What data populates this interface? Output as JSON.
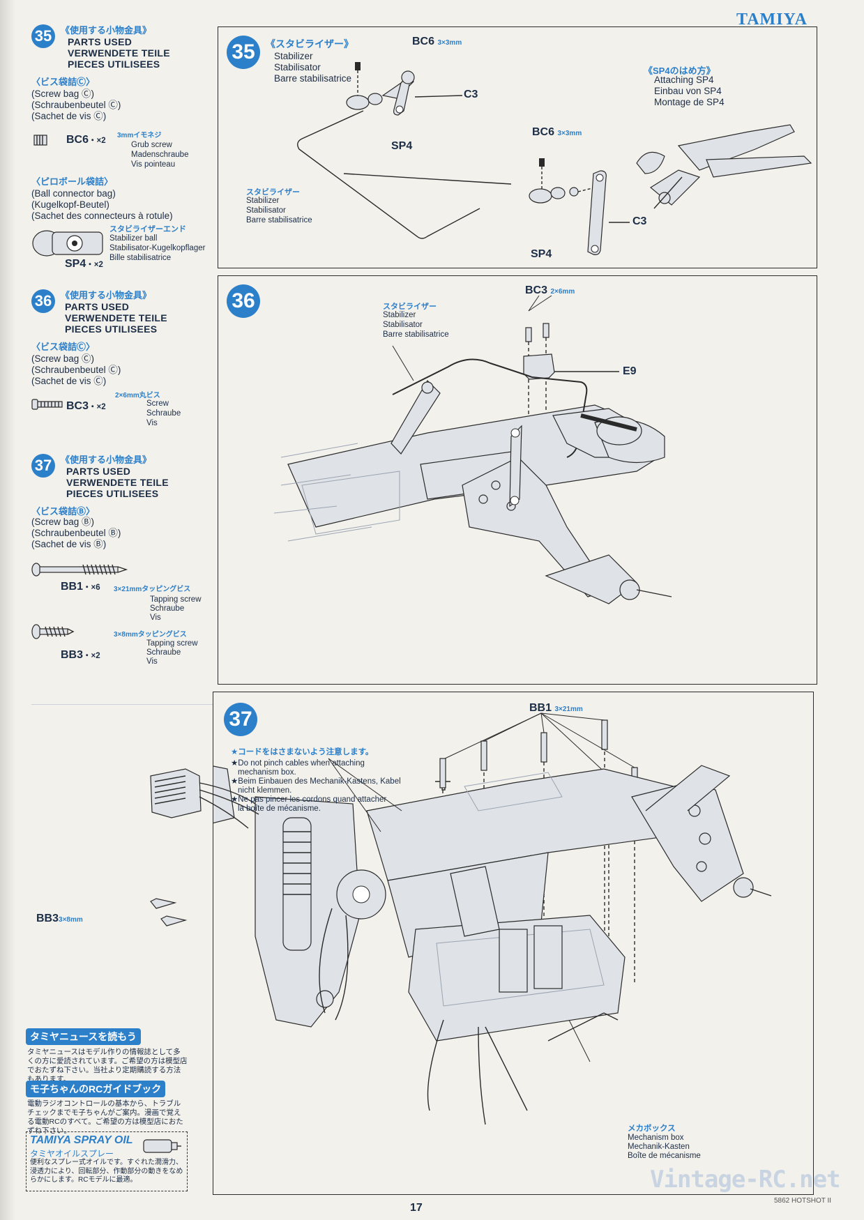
{
  "header": {
    "brand": "TAMIYA"
  },
  "sidebar": {
    "step35": {
      "num": "35",
      "jp": "《使用する小物金具》",
      "en": "PARTS USED",
      "de": "VERWENDETE TEILE",
      "fr": "PIECES UTILISEES",
      "bag_jp": "〈ビス袋詰Ⓒ〉",
      "bag_en": "(Screw bag Ⓒ)",
      "bag_de": "(Schraubenbeutel Ⓒ)",
      "bag_fr": "(Sachet de vis Ⓒ)",
      "part1_code": "BC6",
      "part1_qty": "・×2",
      "part1_jp": "3mmイモネジ",
      "part1_en": "Grub screw",
      "part1_de": "Madenschraube",
      "part1_fr": "Vis pointeau",
      "bag2_jp": "〈ピロボール袋詰〉",
      "bag2_en": "(Ball connector bag)",
      "bag2_de": "(Kugelkopf-Beutel)",
      "bag2_fr": "(Sachet des connecteurs à rotule)",
      "part2_jp": "スタビライザーエンド",
      "part2_en": "Stabilizer ball",
      "part2_de": "Stabilisator-Kugelkopflager",
      "part2_fr": "Bille stabilisatrice",
      "part2_code": "SP4",
      "part2_qty": "・×2"
    },
    "step36": {
      "num": "36",
      "jp": "《使用する小物金具》",
      "en": "PARTS USED",
      "de": "VERWENDETE TEILE",
      "fr": "PIECES UTILISEES",
      "bag_jp": "〈ビス袋詰Ⓒ〉",
      "bag_en": "(Screw bag Ⓒ)",
      "bag_de": "(Schraubenbeutel Ⓒ)",
      "bag_fr": "(Sachet de vis Ⓒ)",
      "part1_jp": "2×6mm丸ビス",
      "part1_code": "BC3",
      "part1_qty": "・×2",
      "part1_en": "Screw",
      "part1_de": "Schraube",
      "part1_fr": "Vis"
    },
    "step37": {
      "num": "37",
      "jp": "《使用する小物金具》",
      "en": "PARTS USED",
      "de": "VERWENDETE TEILE",
      "fr": "PIECES UTILISEES",
      "bag_jp": "〈ビス袋詰Ⓑ〉",
      "bag_en": "(Screw bag Ⓑ)",
      "bag_de": "(Schraubenbeutel Ⓑ)",
      "bag_fr": "(Sachet de vis Ⓑ)",
      "part1_code": "BB1",
      "part1_qty": "・×6",
      "part1_jp": "3×21mmタッピングビス",
      "part1_en": "Tapping screw",
      "part1_de": "Schraube",
      "part1_fr": "Vis",
      "part2_code": "BB3",
      "part2_qty": "・×2",
      "part2_jp": "3×8mmタッピングビス",
      "part2_en": "Tapping screw",
      "part2_de": "Schraube",
      "part2_fr": "Vis"
    },
    "promo": {
      "news_title": "タミヤニュースを読もう",
      "news_body": "タミヤニュースはモデル作りの情報誌として多くの方に愛読されています。ご希望の方は模型店でおたずね下さい。当社より定期購読する方法もあります。",
      "guide_title": "モ子ちゃんのRCガイドブック",
      "guide_body": "電動ラジオコントロールの基本から、トラブルチェックまでモ子ちゃんがご案内。漫画で覚える電動RCのすべて。ご希望の方は模型店におたずね下さい。",
      "spray_title": "TAMIYA SPRAY OIL",
      "spray_jp": "タミヤオイルスプレー",
      "spray_body": "便利なスプレー式オイルです。すぐれた潤滑力、浸透力により、回転部分、作動部分の動きをなめらかにします。RCモデルに最適。"
    }
  },
  "panel35": {
    "num": "35",
    "title_jp": "《スタビライザー》",
    "title_en": "Stabilizer",
    "title_de": "Stabilisator",
    "title_fr": "Barre stabilisatrice",
    "callout_bc6_top": "BC6",
    "bc6_size": "3×3mm",
    "c3_top": "C3",
    "sp4_left": "SP4",
    "callout_bc6_mid": "BC6",
    "c3_bottom": "C3",
    "sp4_bottom": "SP4",
    "stab_jp": "スタビライザー",
    "stab_en": "Stabilizer",
    "stab_de": "Stabilisator",
    "stab_fr": "Barre stabilisatrice",
    "sp4_title_jp": "《SP4のはめ方》",
    "sp4_en": "Attaching SP4",
    "sp4_de": "Einbau von SP4",
    "sp4_fr": "Montage de SP4"
  },
  "panel36": {
    "num": "36",
    "bc3": "BC3",
    "bc3_size": "2×6mm",
    "stab_jp": "スタビライザー",
    "stab_en": "Stabilizer",
    "stab_de": "Stabilisator",
    "stab_fr": "Barre stabilisatrice",
    "e9": "E9"
  },
  "panel37": {
    "num": "37",
    "bb1": "BB1",
    "bb1_size": "3×21mm",
    "note_jp": "★コードをはさまないよう注意します。",
    "note_en1": "★Do not pinch cables when attaching",
    "note_en2": "mechanism box.",
    "note_de1": "★Beim Einbauen des Mechanik-Kastens, Kabel",
    "note_de2": "nicht klemmen.",
    "note_fr1": "★Ne pas pincer les cordons quand attacher",
    "note_fr2": "la boîte de mécanisme.",
    "bb3": "BB3",
    "bb3_size": "3×8mm",
    "mech_jp": "メカボックス",
    "mech_en": "Mechanism box",
    "mech_de": "Mechanik-Kasten",
    "mech_fr": "Boîte de mécanisme"
  },
  "footer": {
    "page": "17",
    "model": "5862 HOTSHOT II",
    "watermark": "Vintage-RC.net"
  }
}
